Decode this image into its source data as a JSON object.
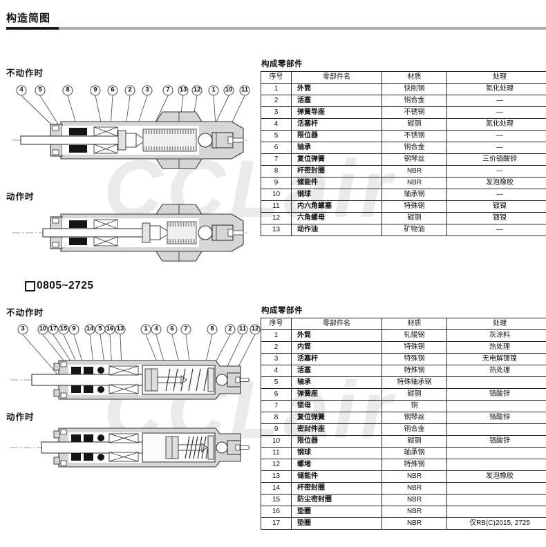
{
  "page": {
    "title": "构造简图"
  },
  "watermark": {
    "text": "CCLair",
    "color": "#eaeaea"
  },
  "rule_colors": {
    "black": "#1a1a1a",
    "gray": "#a8a8a8"
  },
  "section1": {
    "label_extended": "不动作时",
    "label_actuated": "动作时",
    "callouts": [
      "4",
      "5",
      "8",
      "9",
      "6",
      "2",
      "3",
      "7",
      "13",
      "12",
      "1",
      "10",
      "11"
    ],
    "table": {
      "title": "构成零部件",
      "headers": [
        "序号",
        "零部件名",
        "材质",
        "处理"
      ],
      "rows": [
        [
          "1",
          "外筒",
          "快削钢",
          "氮化处理"
        ],
        [
          "2",
          "活塞",
          "铜合金",
          "—"
        ],
        [
          "3",
          "弹簧导座",
          "不锈钢",
          "—"
        ],
        [
          "4",
          "活塞杆",
          "碳钢",
          "氮化处理"
        ],
        [
          "5",
          "限位器",
          "不锈钢",
          "—"
        ],
        [
          "6",
          "轴承",
          "铜合金",
          "—"
        ],
        [
          "7",
          "复位弹簧",
          "钢琴丝",
          "三价铬酸锌"
        ],
        [
          "8",
          "杆密封圈",
          "NBR",
          "—"
        ],
        [
          "9",
          "储能件",
          "NBR",
          "发泡橡胶"
        ],
        [
          "10",
          "钢球",
          "轴承钢",
          "—"
        ],
        [
          "11",
          "内六角螺塞",
          "特殊钢",
          "镀镍"
        ],
        [
          "12",
          "六角螺母",
          "碳钢",
          "镀镍"
        ],
        [
          "13",
          "动作油",
          "矿物油",
          "—"
        ]
      ]
    }
  },
  "section2": {
    "heading": "0805~2725",
    "label_extended": "不动作时",
    "label_actuated": "动作时",
    "callouts": [
      "3",
      "10",
      "17",
      "15",
      "9",
      "14",
      "5",
      "16",
      "13",
      "1",
      "4",
      "6",
      "7",
      "8",
      "2",
      "11",
      "12"
    ],
    "table": {
      "title": "构成零部件",
      "headers": [
        "序号",
        "零部件名",
        "材质",
        "处理"
      ],
      "rows": [
        [
          "1",
          "外筒",
          "轧辊钢",
          "灰涂料"
        ],
        [
          "2",
          "内筒",
          "特殊钢",
          "热处理"
        ],
        [
          "3",
          "活塞杆",
          "特殊钢",
          "无电解镀镍"
        ],
        [
          "4",
          "活塞",
          "特殊钢",
          "热处理"
        ],
        [
          "5",
          "轴承",
          "特殊轴承钢",
          ""
        ],
        [
          "6",
          "弹簧座",
          "碳钢",
          "铬酸锌"
        ],
        [
          "7",
          "锁母",
          "铜",
          ""
        ],
        [
          "8",
          "复位弹簧",
          "钢琴丝",
          "铬酸锌"
        ],
        [
          "9",
          "密封件座",
          "铜合金",
          ""
        ],
        [
          "10",
          "限位器",
          "碳钢",
          "铬酸锌"
        ],
        [
          "11",
          "钢球",
          "轴承钢",
          ""
        ],
        [
          "12",
          "螺堵",
          "特殊钢",
          ""
        ],
        [
          "13",
          "储能件",
          "NBR",
          "发泡橡胶"
        ],
        [
          "14",
          "杆密封圈",
          "NBR",
          ""
        ],
        [
          "15",
          "防尘密封圈",
          "NBR",
          ""
        ],
        [
          "16",
          "垫圈",
          "NBR",
          ""
        ],
        [
          "17",
          "垫圈",
          "NBR",
          "仅RB(C)2015, 2725"
        ]
      ]
    }
  }
}
